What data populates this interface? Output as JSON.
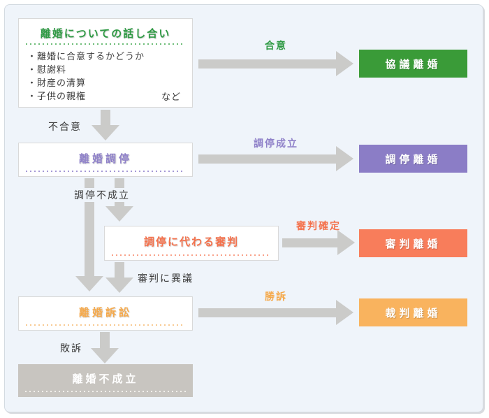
{
  "palette": {
    "page_bg": "#ffffff",
    "panel_bg": "#eff4fa",
    "panel_border": "#d3dae1",
    "arrow": "#cbcbc9",
    "green": "#3a9b38",
    "green_text": "#2f9a44",
    "purple": "#8b7dc6",
    "purple_text": "#8f81c9",
    "orange": "#f87d5b",
    "orange_text": "#f4724d",
    "amber": "#f9b35e",
    "amber_text": "#f5a94b",
    "gray_box": "#c8c5c0",
    "dark_text": "#3b3b3b",
    "box_border": "#d9d9d9"
  },
  "discussion": {
    "title": "離婚についての話し合い",
    "items": [
      "・離婚に合意するかどうか",
      "・慰謝料",
      "・財産の清算",
      "・子供の親権"
    ],
    "etc_label": "など"
  },
  "nodes": {
    "mediation": "離婚調停",
    "substitute_ruling": "調停に代わる審判",
    "lawsuit": "離婚訴訟",
    "not_established": "離婚不成立"
  },
  "outcomes": {
    "kyogi": "協議離婚",
    "chotei": "調停離婚",
    "shinpan": "審判離婚",
    "saiban": "裁判離婚"
  },
  "labels": {
    "agree": "合意",
    "disagree": "不合意",
    "mediation_success": "調停成立",
    "mediation_fail": "調停不成立",
    "ruling_final": "審判確定",
    "ruling_objection": "審判に異議",
    "win": "勝訴",
    "lose": "敗訴"
  }
}
